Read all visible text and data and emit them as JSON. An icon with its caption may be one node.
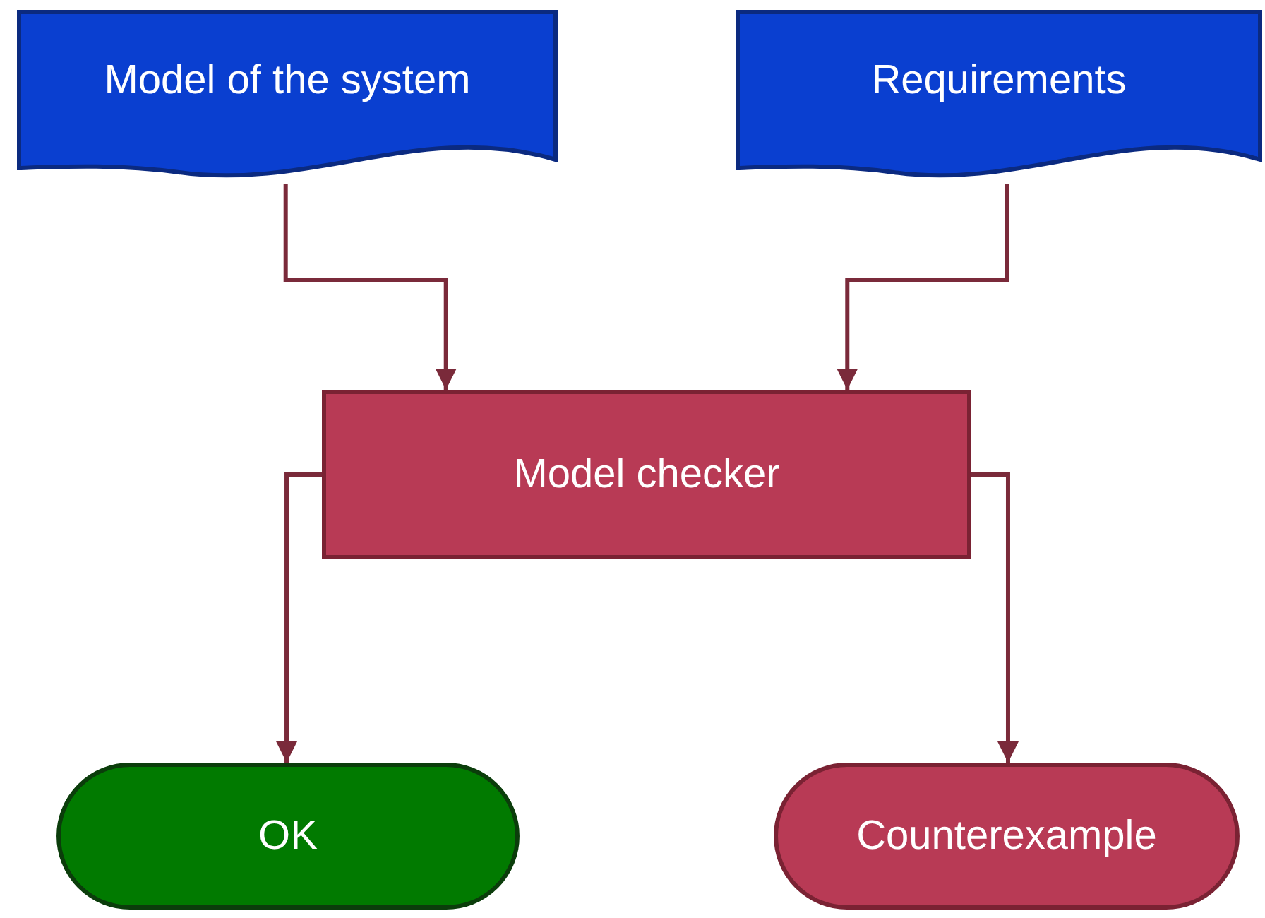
{
  "diagram": {
    "nodes": [
      {
        "text": [
          "Model of the system"
        ]
      },
      {
        "text": [
          "Requirements"
        ]
      },
      {
        "text": [
          "Model checker"
        ]
      },
      {
        "text": [
          "OK"
        ]
      },
      {
        "text": [
          "Counterexample"
        ]
      }
    ],
    "edges": [
      {
        "from": 0,
        "to": 2,
        "arrow": "to"
      },
      {
        "from": 1,
        "to": 2,
        "arrow": "to"
      },
      {
        "from": 2,
        "to": 3,
        "arrow": "to"
      },
      {
        "from": 2,
        "to": 4,
        "arrow": "to"
      }
    ]
  }
}
